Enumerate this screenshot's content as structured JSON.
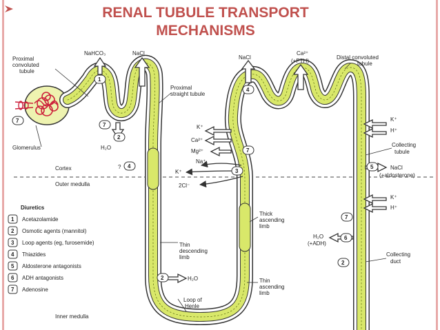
{
  "slide": {
    "title_line1": "RENAL TUBULE TRANSPORT",
    "title_line2": "MECHANISMS"
  },
  "colors": {
    "title": "#c0504d",
    "accent_bar": "#e8a9a8",
    "tubule_fill": "#d9e86a",
    "tubule_outline": "#333333",
    "glomerulus": "#cc1f3a",
    "capsule": "#eef3b0",
    "dashed_line": "#444444"
  },
  "labels": {
    "proximal_convoluted": [
      "Proximal",
      "convoluted",
      "tubule"
    ],
    "nahco3": "NaHCO₃",
    "nacl_proximal": "NaCl",
    "nacl_thick": "NaCl",
    "ca_pth": [
      "Ca²⁺",
      "(+PTH)"
    ],
    "distal_convoluted": [
      "Distal convoluted",
      "tubule"
    ],
    "proximal_straight": [
      "Proximal",
      "straight tubule"
    ],
    "glomerulus": "Glomerulus",
    "h2o_proximal": "H₂O",
    "cortex": "Cortex",
    "outer_medulla": "Outer medulla",
    "inner_medulla": "Inner medulla",
    "question": "?",
    "k_plus": "K⁺",
    "ca2_plus": "Ca²⁺",
    "mg2_plus": "Mg²⁺",
    "na_plus": "Na⁺",
    "k_plus_2": "K⁺",
    "two_cl": "2Cl⁻",
    "k_plus_ct1": "K⁺",
    "h_plus_ct1": "H⁺",
    "collecting_tubule": [
      "Collecting",
      "tubule"
    ],
    "nacl_aldo": [
      "NaCl",
      "(+aldosterone)"
    ],
    "k_plus_ct2": "K⁺",
    "h_plus_ct2": "H⁺",
    "thick_ascending": [
      "Thick",
      "ascending",
      "limb"
    ],
    "h2o_adh": [
      "H₂O",
      "(+ADH)"
    ],
    "collecting_duct": [
      "Collecting",
      "duct"
    ],
    "thin_descending": [
      "Thin",
      "descending",
      "limb"
    ],
    "h2o_loop": "H₂O",
    "thin_ascending": [
      "Thin",
      "ascending",
      "limb"
    ],
    "loop_of_henle": [
      "Loop of",
      "Henle"
    ]
  },
  "site_markers": {
    "acetazolamide": "1",
    "osmotic_pct": "2",
    "adenosine_pct": "7",
    "adenosine_glom": "7",
    "thiazide_q": "4",
    "thiazide_dct": "4",
    "adenosine_tal": "7",
    "loop_tal": "3",
    "aldosterone_ct": "5",
    "adenosine_cd": "7",
    "adh_cd": "6",
    "osmotic_cd": "2",
    "osmotic_loop": "2"
  },
  "legend": {
    "title": "Diuretics",
    "items": [
      {
        "num": "1",
        "text": "Acetazolamide"
      },
      {
        "num": "2",
        "text": "Osmotic agents (mannitol)"
      },
      {
        "num": "3",
        "text": "Loop agents (eg, furosemide)"
      },
      {
        "num": "4",
        "text": "Thiazides"
      },
      {
        "num": "5",
        "text": "Aldosterone antagonists"
      },
      {
        "num": "6",
        "text": "ADH antagonists"
      },
      {
        "num": "7",
        "text": "Adenosine"
      }
    ]
  }
}
